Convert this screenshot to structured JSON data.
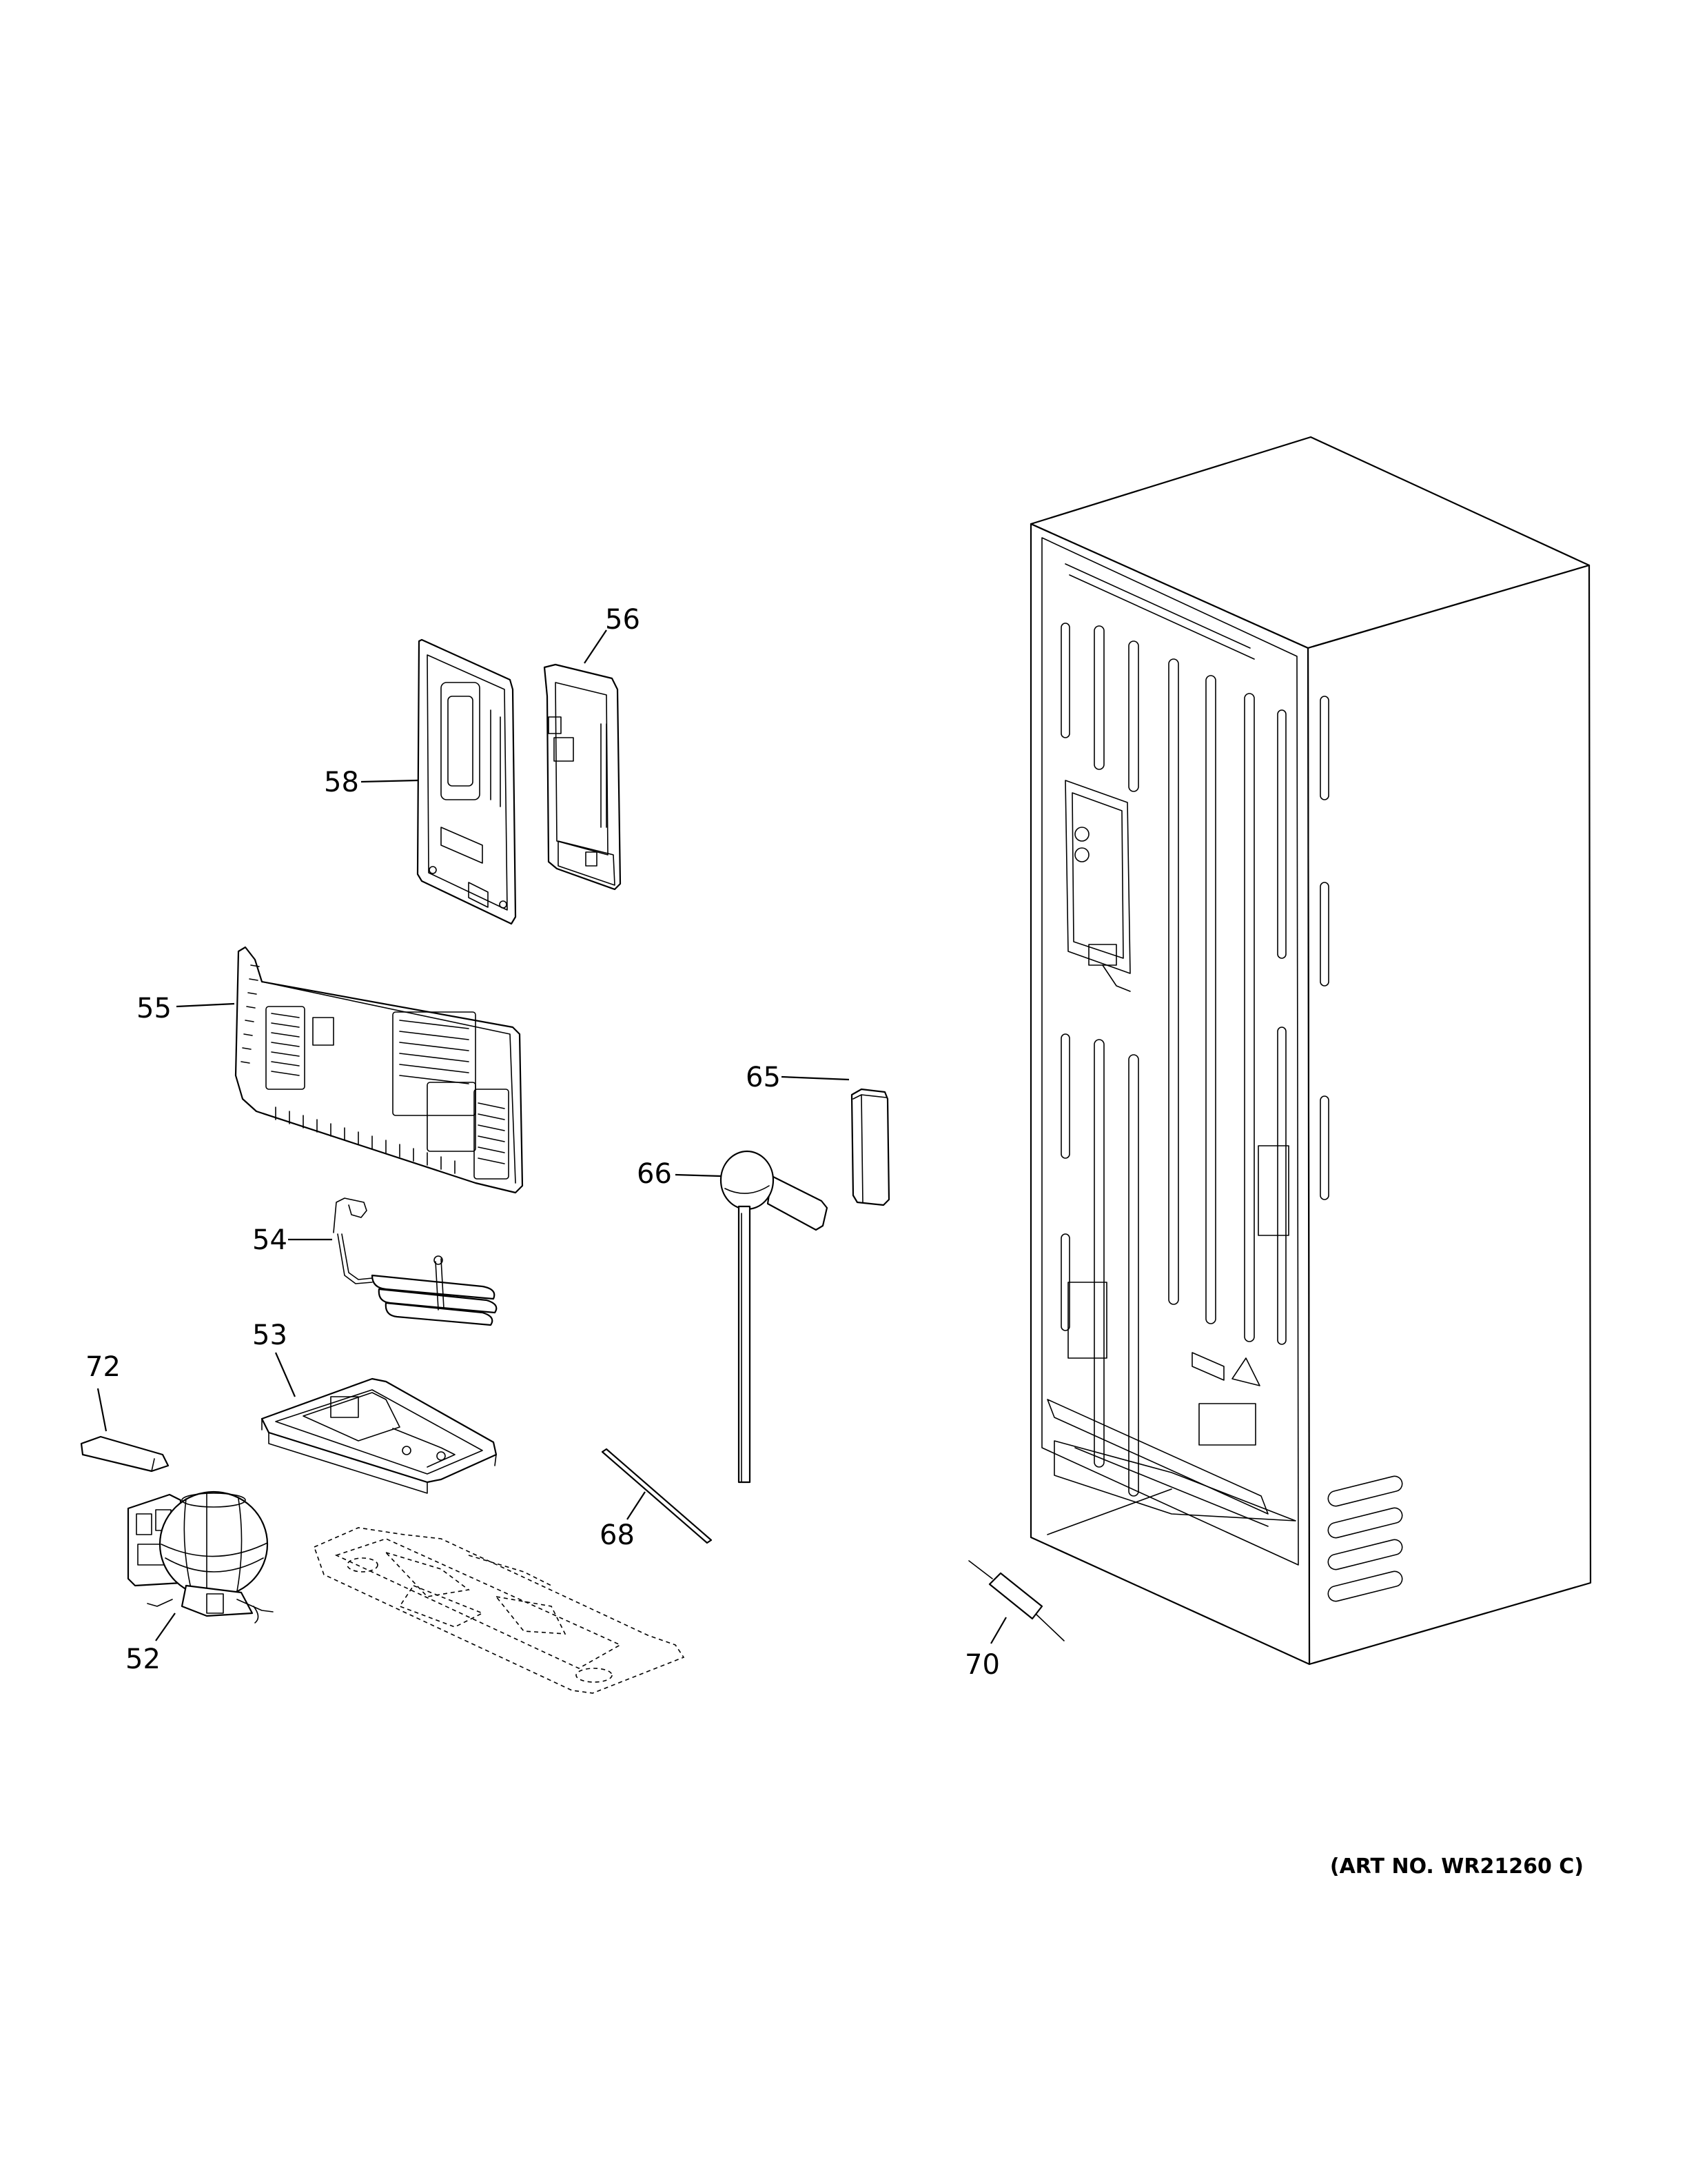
{
  "art_number": "(ART NO. WR21260 C)",
  "callouts": {
    "c52": "52",
    "c53": "53",
    "c54": "54",
    "c55": "55",
    "c56": "56",
    "c58": "58",
    "c65": "65",
    "c66": "66",
    "c68": "68",
    "c70": "70",
    "c72": "72"
  }
}
